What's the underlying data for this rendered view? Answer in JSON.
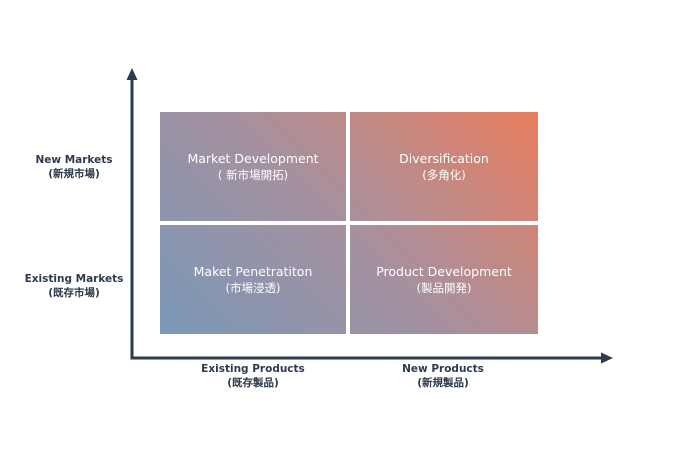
{
  "matrix": {
    "cells": {
      "top_left": {
        "en": "Market Development",
        "jp": "( 新市場開拓)"
      },
      "top_right": {
        "en": "Diversification",
        "jp": "(多角化)"
      },
      "bottom_left": {
        "en": "Maket Penetratiton",
        "jp": "(市場浸透)"
      },
      "bottom_right": {
        "en": "Product Development",
        "jp": "(製品開発)"
      }
    },
    "colors": {
      "gradient_start": "#7a98b8",
      "gradient_end": "#e87e5e",
      "axis": "#2e3b4c",
      "text_on_cells": "#ffffff"
    }
  },
  "axes": {
    "y": {
      "top": {
        "en": "New Markets",
        "jp": "(新規市場)"
      },
      "bottom": {
        "en": "Existing Markets",
        "jp": "(既存市場)"
      }
    },
    "x": {
      "left": {
        "en": "Existing Products",
        "jp": "(既存製品)"
      },
      "right": {
        "en": "New Products",
        "jp": "(新規製品)"
      }
    }
  }
}
